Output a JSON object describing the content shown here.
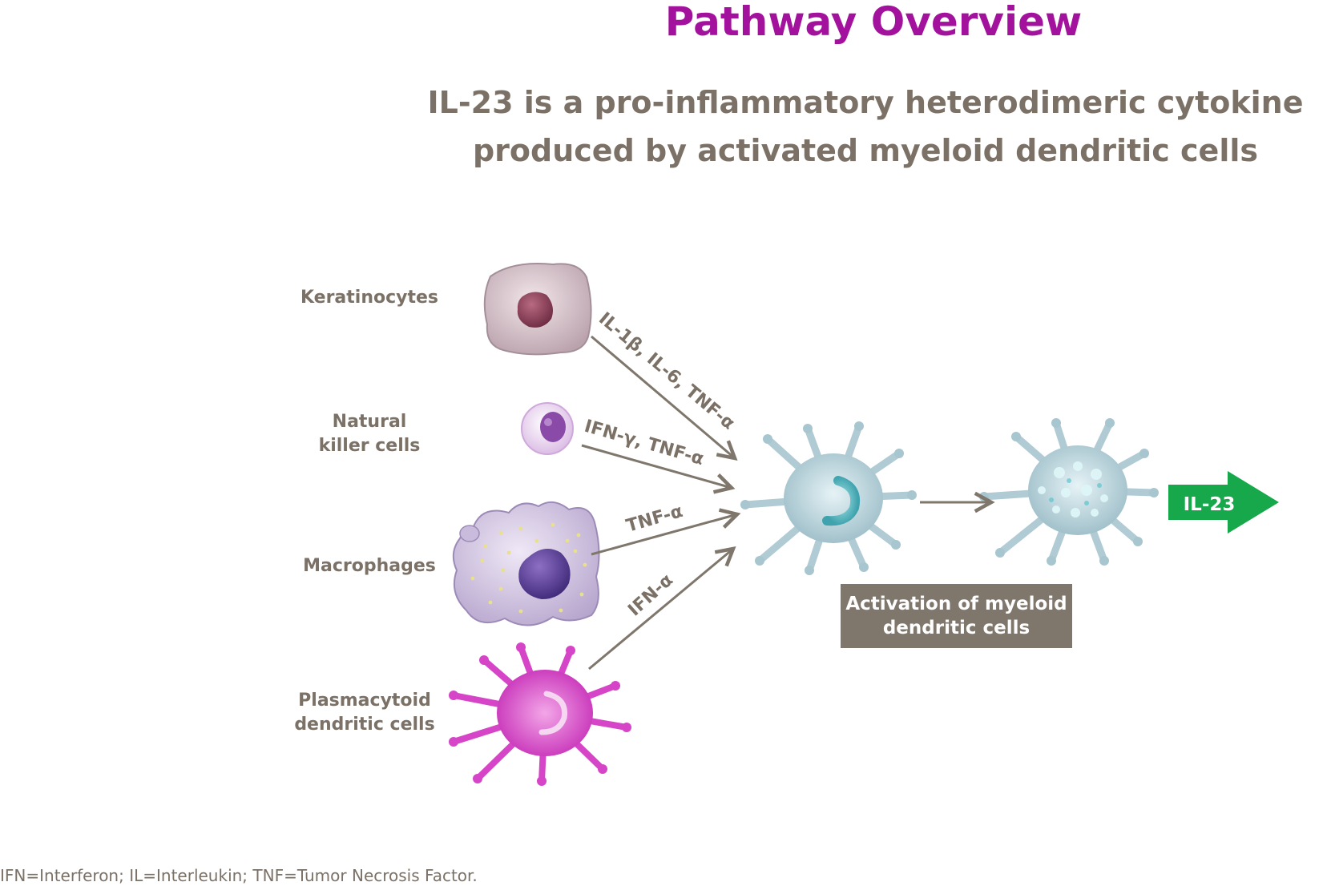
{
  "title": "Pathway Overview",
  "subtitle": {
    "line1": "IL-23 is a pro-inflammatory heterodimeric cytokine",
    "line2": "produced by activated myeloid dendritic cells"
  },
  "cells": {
    "keratinocytes": "Keratinocytes",
    "nk_line1": "Natural",
    "nk_line2": "killer cells",
    "macrophages": "Macrophages",
    "pdc_line1": "Plasmacytoid",
    "pdc_line2": "dendritic cells"
  },
  "cytokines": {
    "keratinocytes": "IL-1β, IL-6, TNF-α",
    "nk": "IFN-γ, TNF-α",
    "macrophages": "TNF-α",
    "pdc": "IFN-α"
  },
  "activation": {
    "line1": "Activation of myeloid",
    "line2": "dendritic cells"
  },
  "output": "IL-23",
  "footnote": "IFN=Interferon; IL=Interleukin; TNF=Tumor Necrosis Factor.",
  "colors": {
    "title": "#a3129d",
    "text": "#7b7166",
    "arrow": "#7f766c",
    "output_arrow": "#16a84a"
  }
}
